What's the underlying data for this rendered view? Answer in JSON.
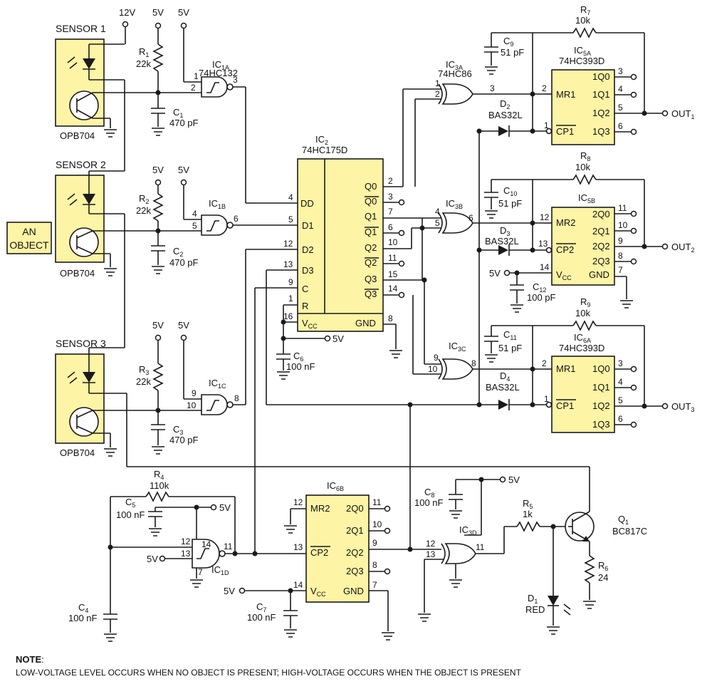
{
  "sensors": {
    "s1": "SENSOR 1",
    "s2": "SENSOR 2",
    "s3": "SENSOR 3",
    "part": "OPB704"
  },
  "object_label": [
    "AN",
    "OBJECT"
  ],
  "supplies": {
    "v12": "12V",
    "v5": "5V"
  },
  "resistors": {
    "r1": {
      "name": "R",
      "sub": "1",
      "value": "22k"
    },
    "r2": {
      "name": "R",
      "sub": "2",
      "value": "22k"
    },
    "r3": {
      "name": "R",
      "sub": "3",
      "value": "22k"
    },
    "r4": {
      "name": "R",
      "sub": "4",
      "value": "110k"
    },
    "r5": {
      "name": "R",
      "sub": "5",
      "value": "1k"
    },
    "r6": {
      "name": "R",
      "sub": "6",
      "value": "24"
    },
    "r7": {
      "name": "R",
      "sub": "7",
      "value": "10k"
    },
    "r8": {
      "name": "R",
      "sub": "8",
      "value": "10k"
    },
    "r9": {
      "name": "R",
      "sub": "9",
      "value": "10k"
    }
  },
  "capacitors": {
    "c1": {
      "name": "C",
      "sub": "1",
      "value": "470 pF"
    },
    "c2": {
      "name": "C",
      "sub": "2",
      "value": "470 pF"
    },
    "c3": {
      "name": "C",
      "sub": "3",
      "value": "470 pF"
    },
    "c4": {
      "name": "C",
      "sub": "4",
      "value": "100 nF"
    },
    "c5": {
      "name": "C",
      "sub": "5",
      "value": "100 nF"
    },
    "c6": {
      "name": "C",
      "sub": "6",
      "value": "100 nF"
    },
    "c7": {
      "name": "C",
      "sub": "7",
      "value": "100 nF"
    },
    "c8": {
      "name": "C",
      "sub": "8",
      "value": "100 nF"
    },
    "c9": {
      "name": "C",
      "sub": "9",
      "value": "51 pF"
    },
    "c10": {
      "name": "C",
      "sub": "10",
      "value": "51 pF"
    },
    "c11": {
      "name": "C",
      "sub": "11",
      "value": "51 pF"
    },
    "c12": {
      "name": "C",
      "sub": "12",
      "value": "100 pF"
    }
  },
  "gates": {
    "ic1a": {
      "name": "IC",
      "sub": "1A",
      "part": "74HC132"
    },
    "ic1b": {
      "name": "IC",
      "sub": "1B"
    },
    "ic1c": {
      "name": "IC",
      "sub": "1C"
    },
    "ic1d": {
      "name": "IC",
      "sub": "1D"
    },
    "ic3a": {
      "name": "IC",
      "sub": "3A",
      "part": "74HC86"
    },
    "ic3b": {
      "name": "IC",
      "sub": "3B"
    },
    "ic3c": {
      "name": "IC",
      "sub": "3C"
    },
    "ic3d": {
      "name": "IC",
      "sub": "3D"
    }
  },
  "ic2": {
    "name": "IC",
    "sub": "2",
    "part": "74HC175D",
    "left": [
      "DD",
      "D1",
      "D2",
      "D3",
      "C",
      "R",
      "V",
      "GND"
    ],
    "right": [
      "Q0",
      "Q0",
      "Q1",
      "Q1",
      "Q2",
      "Q2",
      "Q3",
      "Q3"
    ]
  },
  "ic5a": {
    "name": "IC",
    "sub": "5A",
    "part": "74HC393D",
    "pins": [
      "MR1",
      "CP1",
      "1Q0",
      "1Q1",
      "1Q2",
      "1Q3"
    ]
  },
  "ic5b": {
    "name": "IC",
    "sub": "5B",
    "pins": [
      "MR2",
      "CP2",
      "V",
      "GND",
      "2Q0",
      "2Q1",
      "2Q2",
      "2Q3"
    ]
  },
  "ic6a": {
    "name": "IC",
    "sub": "6A",
    "part": "74HC393D",
    "pins": [
      "MR1",
      "CP1",
      "1Q0",
      "1Q1",
      "1Q2",
      "1Q3"
    ]
  },
  "ic6b": {
    "name": "IC",
    "sub": "6B",
    "pins": [
      "MR2",
      "CP2",
      "V",
      "GND",
      "2Q0",
      "2Q1",
      "2Q2",
      "2Q3"
    ]
  },
  "vcc_sub": "CC",
  "diodes": {
    "d1": {
      "name": "D",
      "sub": "1",
      "value": "RED"
    },
    "d2": {
      "name": "D",
      "sub": "2",
      "part": "BAS32L"
    },
    "d3": {
      "name": "D",
      "sub": "3",
      "part": "BAS32L"
    },
    "d4": {
      "name": "D",
      "sub": "4",
      "part": "BAS32L"
    }
  },
  "transistor": {
    "name": "Q",
    "sub": "1",
    "part": "BC817C"
  },
  "outputs": {
    "out1": "OUT",
    "out1_sub": "1",
    "out2": "OUT",
    "out2_sub": "2",
    "out3": "OUT",
    "out3_sub": "3"
  },
  "note": {
    "title": "NOTE",
    "colon": ":",
    "text": "LOW-VOLTAGE LEVEL OCCURS WHEN NO OBJECT IS PRESENT; HIGH-VOLTAGE OCCURS WHEN THE OBJECT IS PRESENT"
  }
}
